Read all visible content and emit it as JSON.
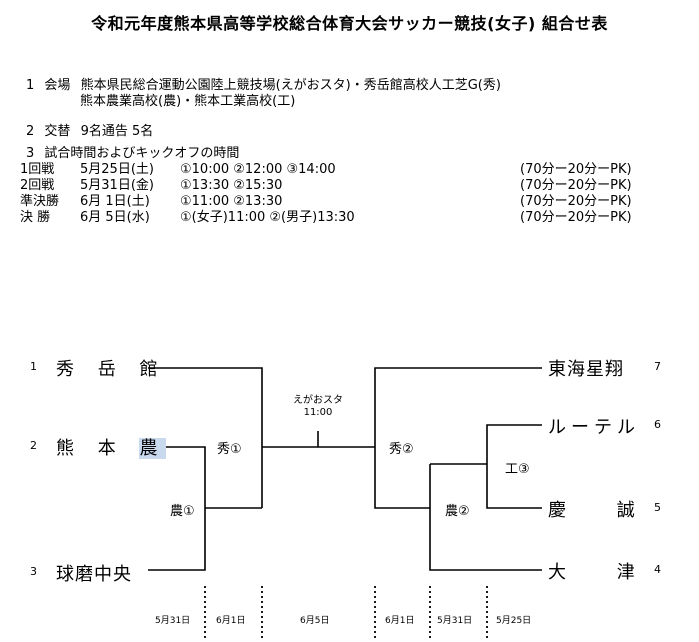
{
  "title": "令和元年度熊本県高等学校総合体育大会サッカー競技(女子) 組合せ表",
  "info": {
    "venue": {
      "num": "1",
      "label": "会場",
      "line1": "熊本県民総合運動公園陸上競技場(えがおスタ)・秀岳館高校人工芝G(秀)",
      "line2": "熊本農業高校(農)・熊本工業高校(工)"
    },
    "subs": {
      "num": "2",
      "label": "交替",
      "text": "9名通告 5名"
    },
    "times": {
      "num": "3",
      "label": "試合時間およびキックオフの時間",
      "rows": [
        {
          "round": "1回戦",
          "date": "5月25日(土)",
          "slots": "①10:00 ②12:00 ③14:00",
          "format": "(70分ー20分ーPK)"
        },
        {
          "round": "2回戦",
          "date": "5月31日(金)",
          "slots": "①13:30 ②15:30",
          "format": "(70分ー20分ーPK)"
        },
        {
          "round": "準決勝",
          "date": "6月 1日(土)",
          "slots": "①11:00 ②13:30",
          "format": "(70分ー20分ーPK)"
        },
        {
          "round": "決 勝",
          "date": "6月 5日(水)",
          "slots": "①(女子)11:00 ②(男子)13:30",
          "format": "(70分ー20分ーPK)"
        }
      ]
    }
  },
  "bracket": {
    "left": [
      {
        "seed": "1",
        "name": "秀 岳 館"
      },
      {
        "seed": "2",
        "name_a": "熊 本 ",
        "name_b": "農"
      },
      {
        "seed": "3",
        "name": "球磨中央"
      }
    ],
    "right": [
      {
        "seed": "7",
        "name": "東海星翔"
      },
      {
        "seed": "6",
        "name": "ルーテル"
      },
      {
        "seed": "5",
        "name": "慶 誠"
      },
      {
        "seed": "4",
        "name": "大 津"
      }
    ],
    "matches": {
      "left_r1": "農①",
      "left_r2": "秀①",
      "final_venue": "えがおスタ",
      "final_time": "11:00",
      "right_semi": "秀②",
      "right_r1": "工③",
      "right_r2": "農②"
    },
    "dates": [
      "5月31日",
      "6月1日",
      "6月5日",
      "6月1日",
      "5月31日",
      "5月25日"
    ]
  }
}
